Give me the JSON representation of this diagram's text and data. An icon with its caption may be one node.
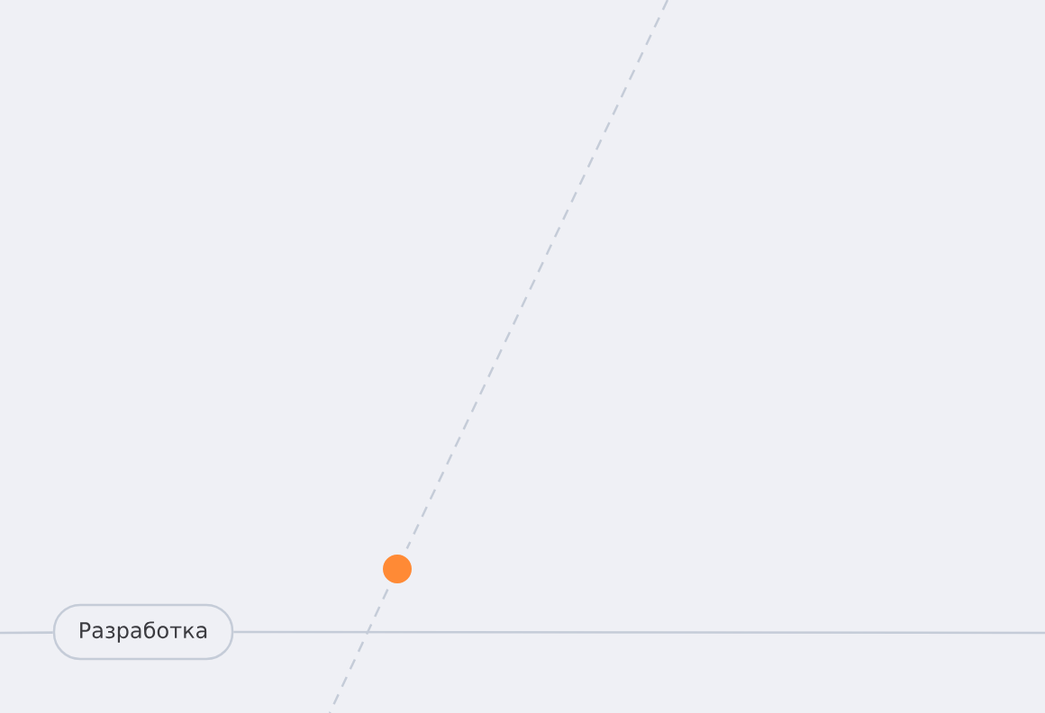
{
  "diagram": {
    "nodes": [
      {
        "text": [
          "Разработка"
        ]
      },
      {
        "text": [],
        "shape": "circle"
      }
    ],
    "edges": [
      {
        "from": null,
        "to": 0,
        "arrow": "none"
      },
      {
        "from": 0,
        "to": null,
        "arrow": "none"
      },
      {
        "from": null,
        "to": 1,
        "arrow": "none",
        "style": "dashed"
      },
      {
        "from": 1,
        "to": null,
        "arrow": "none",
        "style": "dashed"
      }
    ]
  }
}
